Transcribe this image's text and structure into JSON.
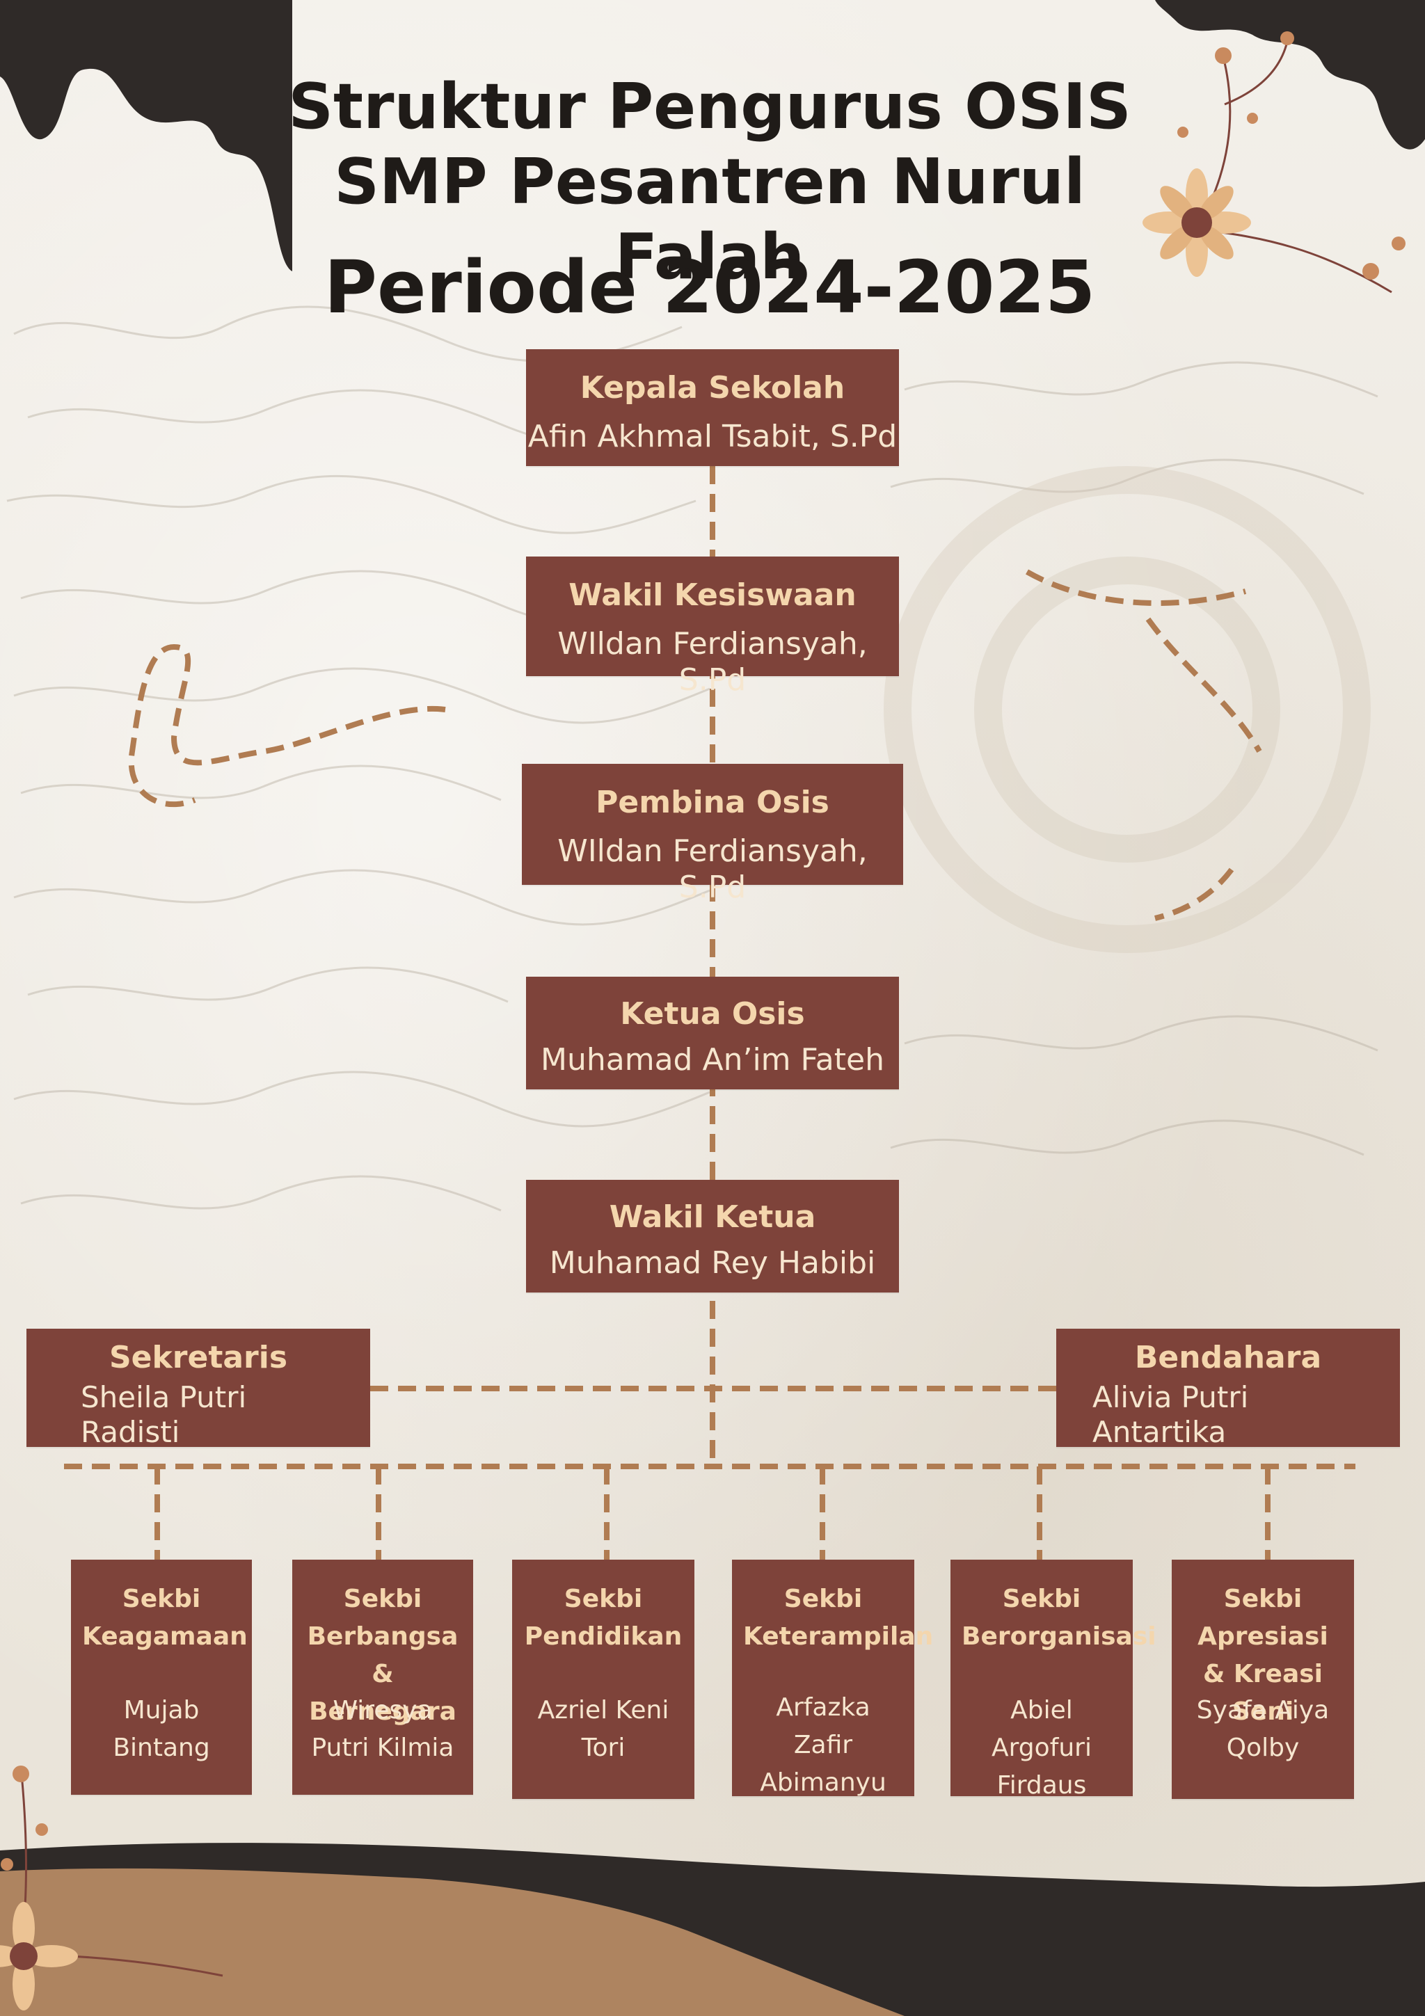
{
  "title": {
    "line1": "Struktur Pengurus OSIS SMP Pesantren Nurul Falah",
    "line2": "Periode 2024-2025"
  },
  "chain": [
    {
      "role": "Kepala Sekolah",
      "name": "Afin Akhmal Tsabit, S.Pd"
    },
    {
      "role": "Wakil Kesiswaan",
      "name": "WIldan Ferdiansyah, S.Pd"
    },
    {
      "role": "Pembina Osis",
      "name": "WIldan Ferdiansyah, S.Pd"
    },
    {
      "role": "Ketua Osis",
      "name": "Muhamad An’im Fateh"
    },
    {
      "role": "Wakil Ketua",
      "name": "Muhamad Rey Habibi"
    }
  ],
  "sekretaris": {
    "role": "Sekretaris",
    "name": "Sheila Putri Radisti"
  },
  "bendahara": {
    "role": "Bendahara",
    "name": "Alivia Putri Antartika"
  },
  "sekbi": [
    {
      "role": "Sekbi Keagamaan",
      "name": "Mujab Bintang"
    },
    {
      "role": "Sekbi Berbangsa & Bernegara",
      "name": "Wiresya Putri Kilmia"
    },
    {
      "role": "Sekbi Pendidikan",
      "name": "Azriel Keni Tori"
    },
    {
      "role": "Sekbi Keterampilan",
      "name": "Arfazka Zafir Abimanyu"
    },
    {
      "role": "Sekbi Berorganisasi",
      "name": "Abiel Argofuri Firdaus"
    },
    {
      "role": "Sekbi Apresiasi & Kreasi Seni",
      "name": "Syafa Aiya Qolby"
    }
  ],
  "colors": {
    "box": "#7e433a",
    "role_text": "#f4d6ad",
    "name_text": "#f6e6cf",
    "connector": "#b07c52",
    "title": "#1f1b18"
  }
}
